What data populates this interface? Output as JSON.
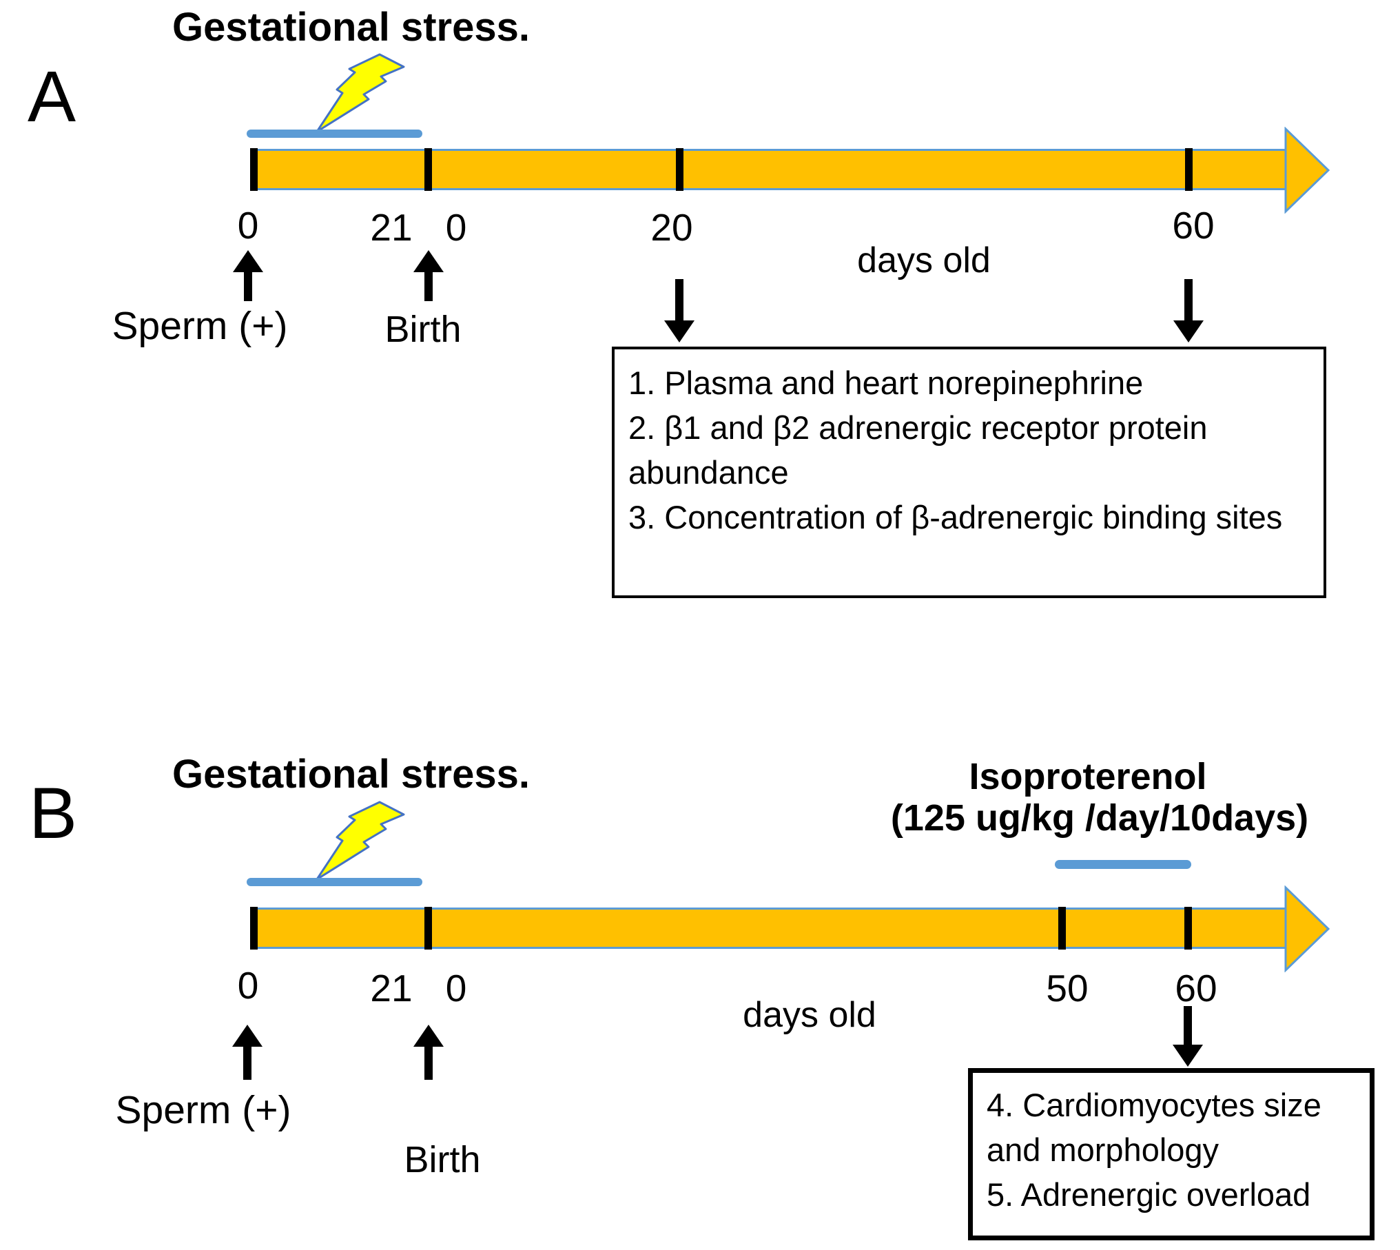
{
  "colors": {
    "bar_fill": "#FFC000",
    "outline_blue": "#5B9BD5",
    "bolt_fill": "#FFFF00",
    "bolt_stroke": "#4472C4",
    "text_black": "#000000"
  },
  "panel_a": {
    "panel_letter": "A",
    "stress_label": "Gestational stress.",
    "sperm_label": "Sperm (+)",
    "birth_label": "Birth",
    "days_old_label": "days old",
    "tick_labels": [
      "0",
      "21",
      "0",
      "20",
      "60"
    ],
    "box_items": [
      "1. Plasma and heart norepinephrine",
      "2. β1 and β2 adrenergic receptor protein abundance",
      "3. Concentration of β-adrenergic binding sites"
    ]
  },
  "panel_b": {
    "panel_letter": "B",
    "stress_label": "Gestational stress.",
    "iso_line1": "Isoproterenol",
    "iso_line2": "(125 ug/kg /day/10days)",
    "sperm_label": "Sperm (+)",
    "birth_label": "Birth",
    "days_old_label": "days old",
    "tick_labels": [
      "0",
      "21",
      "0",
      "50",
      "60"
    ],
    "box_items": [
      "4. Cardiomyocytes size and morphology",
      "5. Adrenergic overload"
    ]
  }
}
